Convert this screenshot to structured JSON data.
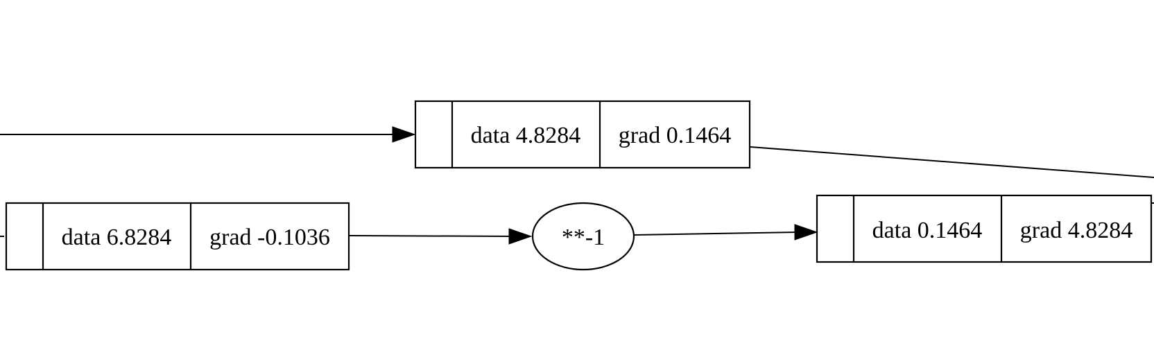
{
  "graph": {
    "nodes": [
      {
        "id": "value-top",
        "label": "",
        "data": "data 4.8284",
        "grad": "grad 0.1464"
      },
      {
        "id": "value-left",
        "label": "",
        "data": "data 6.8284",
        "grad": "grad -0.1036"
      },
      {
        "id": "value-right",
        "label": "",
        "data": "data 0.1464",
        "grad": "grad 4.8284"
      }
    ],
    "operations": [
      {
        "id": "op-pow",
        "label": "**-1"
      }
    ],
    "edges": [
      {
        "from": "offscreen-left",
        "to": "value-top"
      },
      {
        "from": "offscreen-left",
        "to": "value-left"
      },
      {
        "from": "value-left",
        "to": "op-pow"
      },
      {
        "from": "op-pow",
        "to": "value-right"
      },
      {
        "from": "value-top",
        "to": "offscreen-right"
      }
    ]
  }
}
